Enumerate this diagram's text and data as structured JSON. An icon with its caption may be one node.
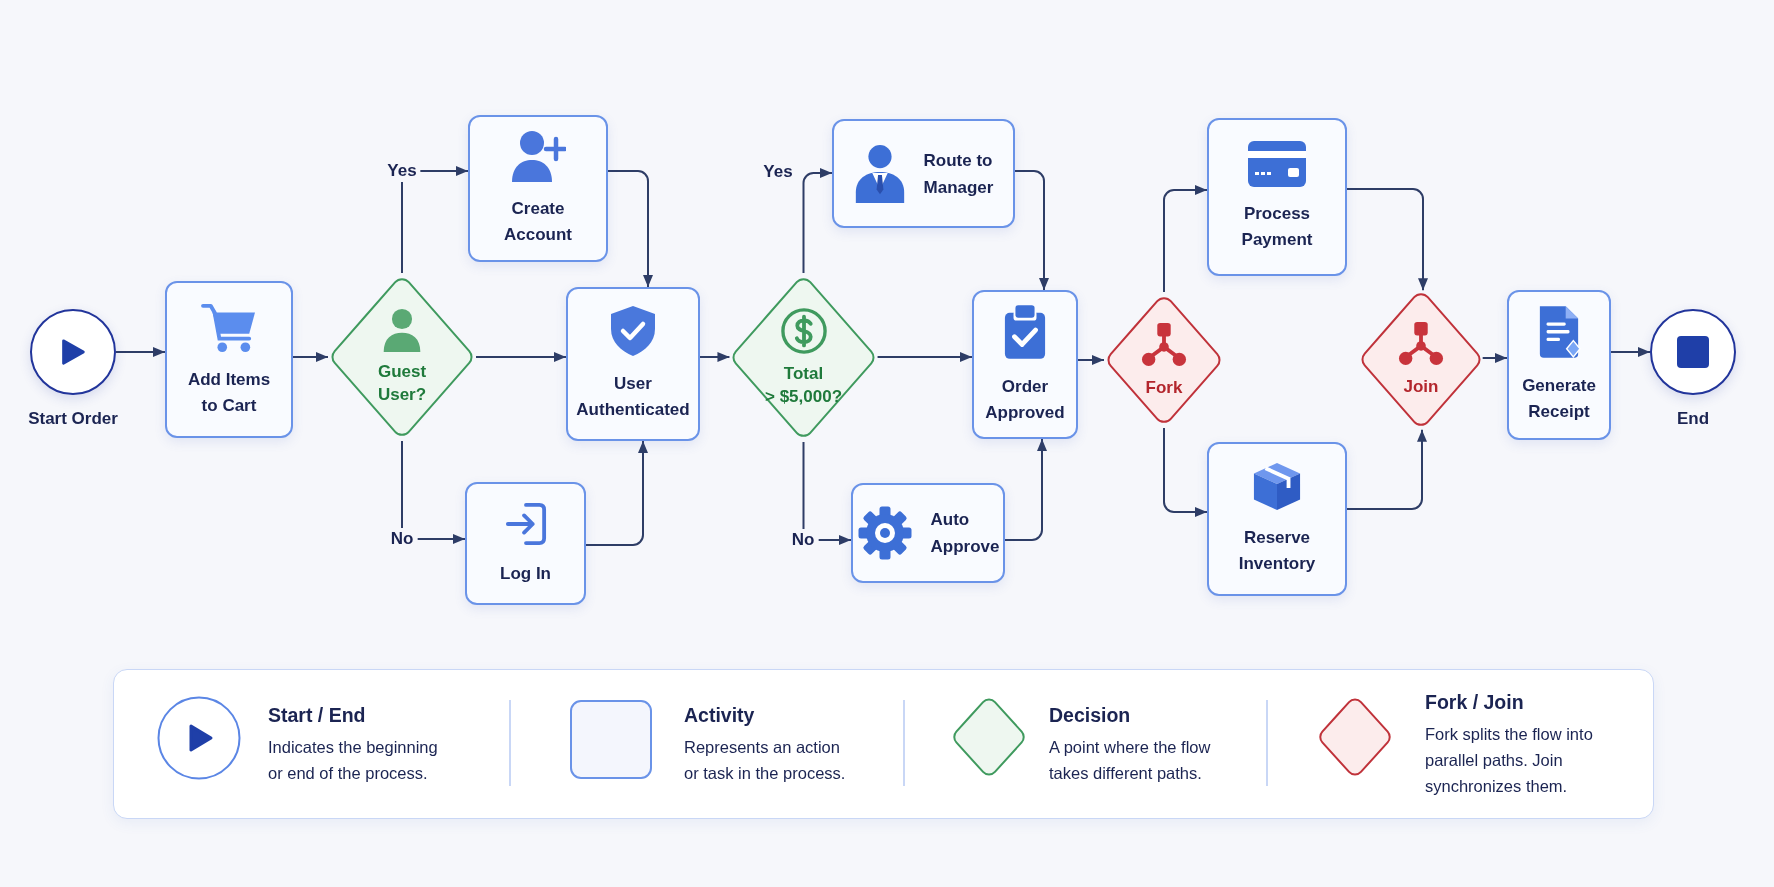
{
  "diagram": {
    "nodes": [
      {
        "text": [],
        "shape": "circle",
        "beside": [
          "Start Order"
        ]
      },
      {
        "text": [
          "Add Items to Cart"
        ]
      },
      {
        "text": [
          "Guest User?"
        ]
      },
      {
        "text": [
          "Create Account"
        ]
      },
      {
        "text": [
          "Log In"
        ]
      },
      {
        "text": [
          "User Authenticated"
        ]
      },
      {
        "text": [
          "Total > $5,000?"
        ]
      },
      {
        "text": [
          "Route to Manager"
        ]
      },
      {
        "text": [
          "Auto Approve"
        ]
      },
      {
        "text": [
          "Order Approved"
        ]
      },
      {
        "text": [
          "Fork"
        ]
      },
      {
        "text": [
          "Process Payment"
        ]
      },
      {
        "text": [
          "Reserve Inventory"
        ]
      },
      {
        "text": [
          "Join"
        ]
      },
      {
        "text": [
          "Generate Receipt"
        ]
      },
      {
        "text": [],
        "shape": "circle",
        "beside": [
          "End"
        ]
      }
    ],
    "edges": [
      {
        "from": 0,
        "to": 1,
        "arrow": "to"
      },
      {
        "from": 1,
        "to": 2,
        "arrow": "to"
      },
      {
        "from": 2,
        "to": 3,
        "arrow": "to",
        "label": "Yes"
      },
      {
        "from": 2,
        "to": 4,
        "arrow": "to",
        "label": "No"
      },
      {
        "from": 2,
        "to": 5,
        "arrow": "to"
      },
      {
        "from": 3,
        "to": 5,
        "arrow": "to"
      },
      {
        "from": 4,
        "to": 5,
        "arrow": "to"
      },
      {
        "from": 5,
        "to": 6,
        "arrow": "to"
      },
      {
        "from": 6,
        "to": 7,
        "arrow": "to",
        "label": "Yes"
      },
      {
        "from": 6,
        "to": 8,
        "arrow": "to",
        "label": "No"
      },
      {
        "from": 6,
        "to": 9,
        "arrow": "to"
      },
      {
        "from": 7,
        "to": 9,
        "arrow": "to"
      },
      {
        "from": 8,
        "to": 9,
        "arrow": "to"
      },
      {
        "from": 9,
        "to": 10,
        "arrow": "to"
      },
      {
        "from": 10,
        "to": 11,
        "arrow": "to"
      },
      {
        "from": 10,
        "to": 12,
        "arrow": "to"
      },
      {
        "from": 11,
        "to": 13,
        "arrow": "to"
      },
      {
        "from": 12,
        "to": 13,
        "arrow": "to"
      },
      {
        "from": 13,
        "to": 14,
        "arrow": "to"
      },
      {
        "from": 14,
        "to": 15,
        "arrow": "to"
      }
    ],
    "labels": [
      "Indicates the beginning or end of the process.",
      "Represents an action or task in the process.",
      "A point where the flow takes different paths.",
      "Fork splits the flow into parallel paths. Join synchronizes them."
    ],
    "legend": [
      {
        "text": "Start / End"
      },
      {
        "text": "Activity"
      },
      {
        "text": "Decision"
      },
      {
        "text": "Fork / Join"
      }
    ]
  }
}
